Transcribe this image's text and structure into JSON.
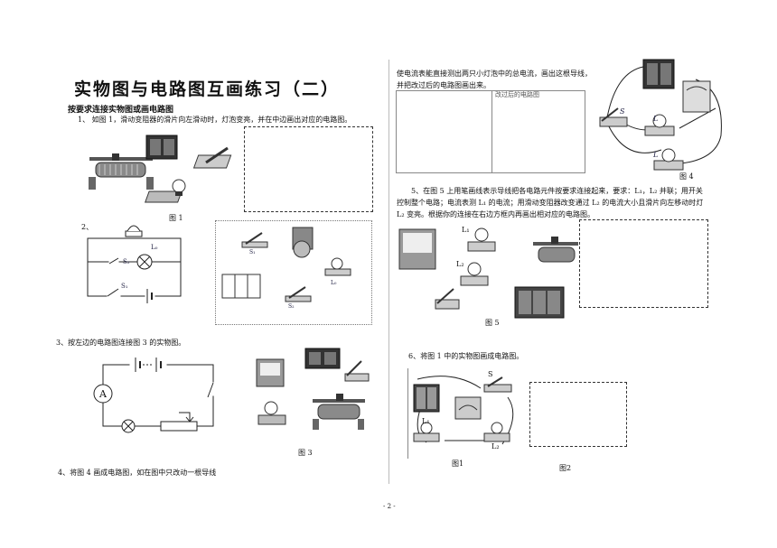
{
  "page": {
    "title": "实物图与电路图互画练习（二）",
    "section_heading": "按要求连接实物图或画电路图",
    "page_number": "- 2 -"
  },
  "questions": {
    "q1": "1、 如图 1，滑动变阻器的滑片向左滑动时，灯泡变亮，并在中边画出对应的电路图。",
    "q2_label": "2、",
    "q3": "3、按左边的电路图连接图 3 的实物图。",
    "q4": "4、将图 4 画成电路图，如在图中只改动一根导线",
    "q4_cont_line1": "使电流表能直接测出两只小灯泡中的总电流，画出这根导线，",
    "q4_cont_line2": "并把改过后的电路图画出来。",
    "q4_box_label": "改过后的电路图",
    "q5_line1": "5、在图 5 上用笔画线表示导线把各电路元件按要求连接起来，要求：L₁，L₂ 并联；用开关",
    "q5_line2": "控制整个电路；电流表测 L₁ 的电流；用滑动变阻器改变通过 L₂ 的电流大小且滑片向左移动时灯",
    "q5_line3": "L₂ 变亮。根据你的连接在右边方框内再画出相对应的电路图。",
    "q6": "6、将图 1 中的实物图画成电路图。"
  },
  "figures": {
    "fig1": "图 1",
    "fig3": "图 3",
    "fig4": "图 4",
    "fig5": "图 5",
    "fig6a": "图1",
    "fig6b": "图2"
  },
  "labels": {
    "S1": "S₁",
    "S2": "S₂",
    "L1": "L₁",
    "L2": "L₂",
    "Lo": "L₀",
    "S": "S",
    "L": "L",
    "A": "A"
  }
}
